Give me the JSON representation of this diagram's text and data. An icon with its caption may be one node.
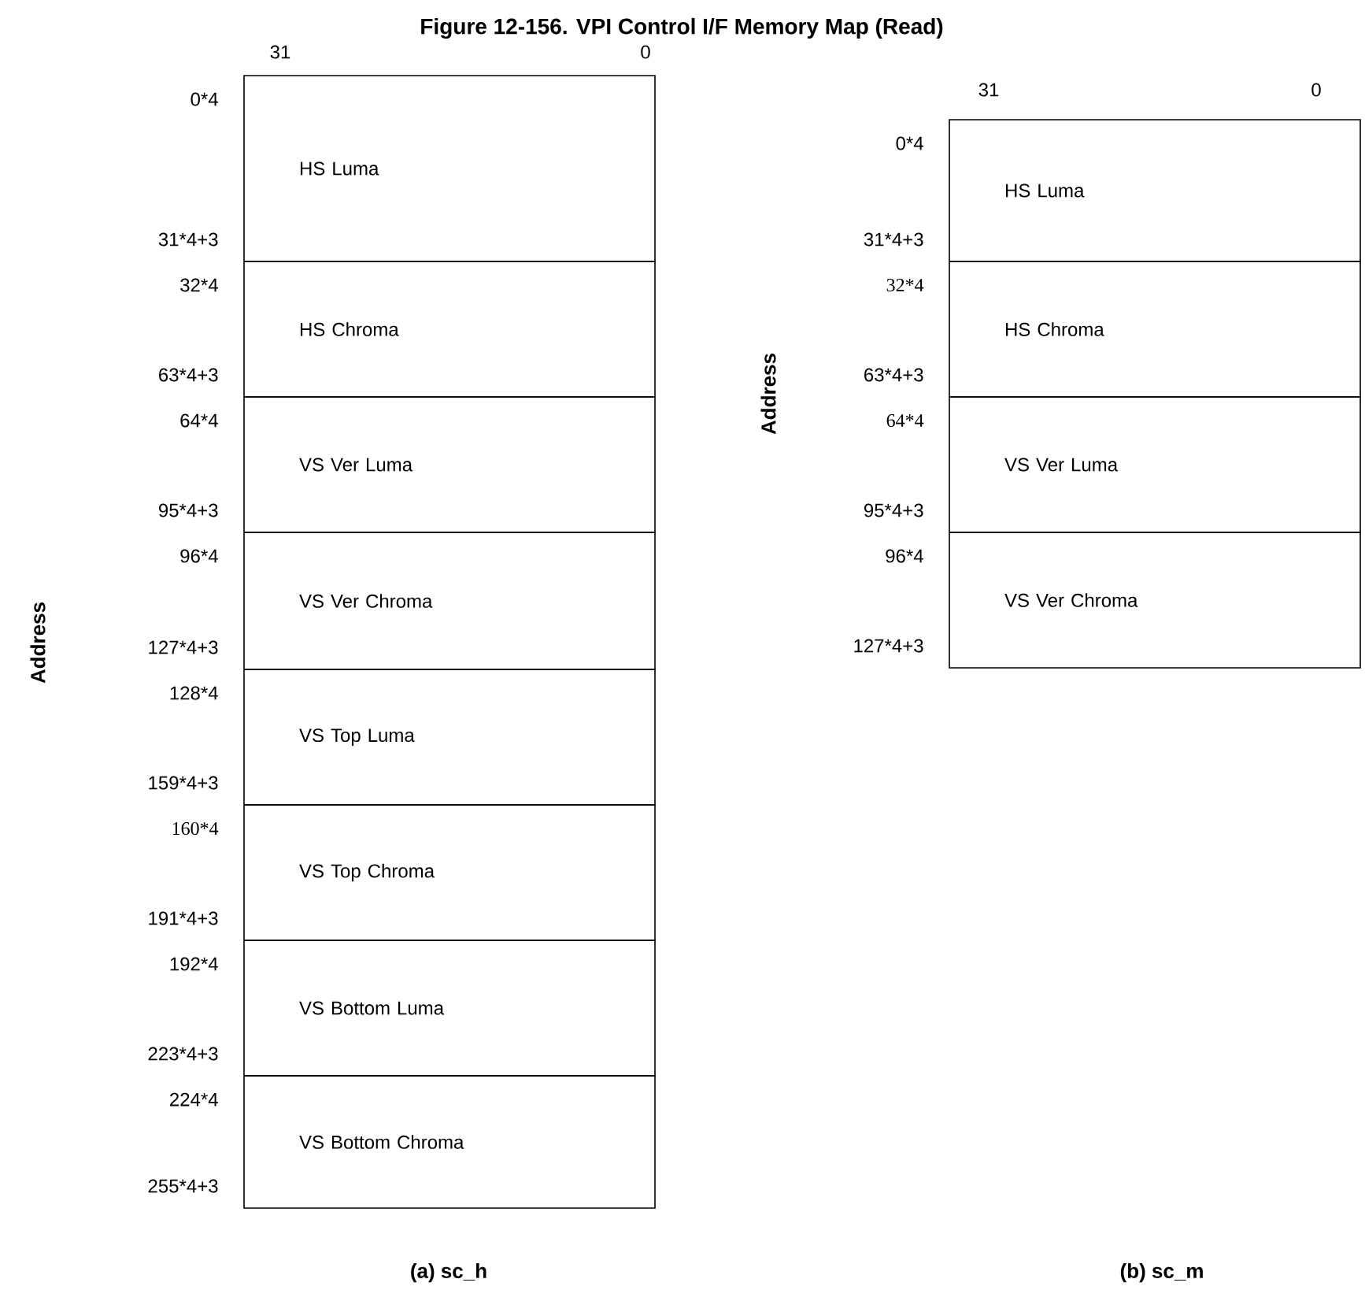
{
  "diagram": {
    "title": "Figure 12-156. VPI Control I/F Memory Map (Read)",
    "nodes": [
      {
        "text": [
          "HS Luma"
        ]
      },
      {
        "text": [
          "HS Chroma"
        ]
      },
      {
        "text": [
          "VS Ver Luma"
        ]
      },
      {
        "text": [
          "VS Ver Chroma"
        ]
      },
      {
        "text": [
          "VS Top Luma"
        ]
      },
      {
        "text": [
          "VS Top Chroma"
        ]
      },
      {
        "text": [
          "VS Bottom Luma"
        ]
      },
      {
        "text": [
          "VS Bottom Chroma"
        ]
      },
      {
        "text": [
          "HS Luma"
        ]
      },
      {
        "text": [
          "HS Chroma"
        ]
      },
      {
        "text": [
          "VS Ver Luma"
        ]
      },
      {
        "text": [
          "VS Ver Chroma"
        ]
      }
    ],
    "edges": [],
    "labels": [
      "31",
      "0",
      "0*4",
      "31*4+3",
      "32*4",
      "63*4+3",
      "64*4",
      "95*4+3",
      "96*4",
      "127*4+3",
      "128*4",
      "159*4+3",
      "160*4",
      "191*4+3",
      "192*4",
      "223*4+3",
      "224*4",
      "255*4+3",
      "Address",
      "(a) sc_h",
      "31",
      "0",
      "0*4",
      "31*4+3",
      "32*4",
      "63*4+3",
      "64*4",
      "95*4+3",
      "96*4",
      "127*4+3",
      "Address",
      "(b) sc_m"
    ]
  }
}
